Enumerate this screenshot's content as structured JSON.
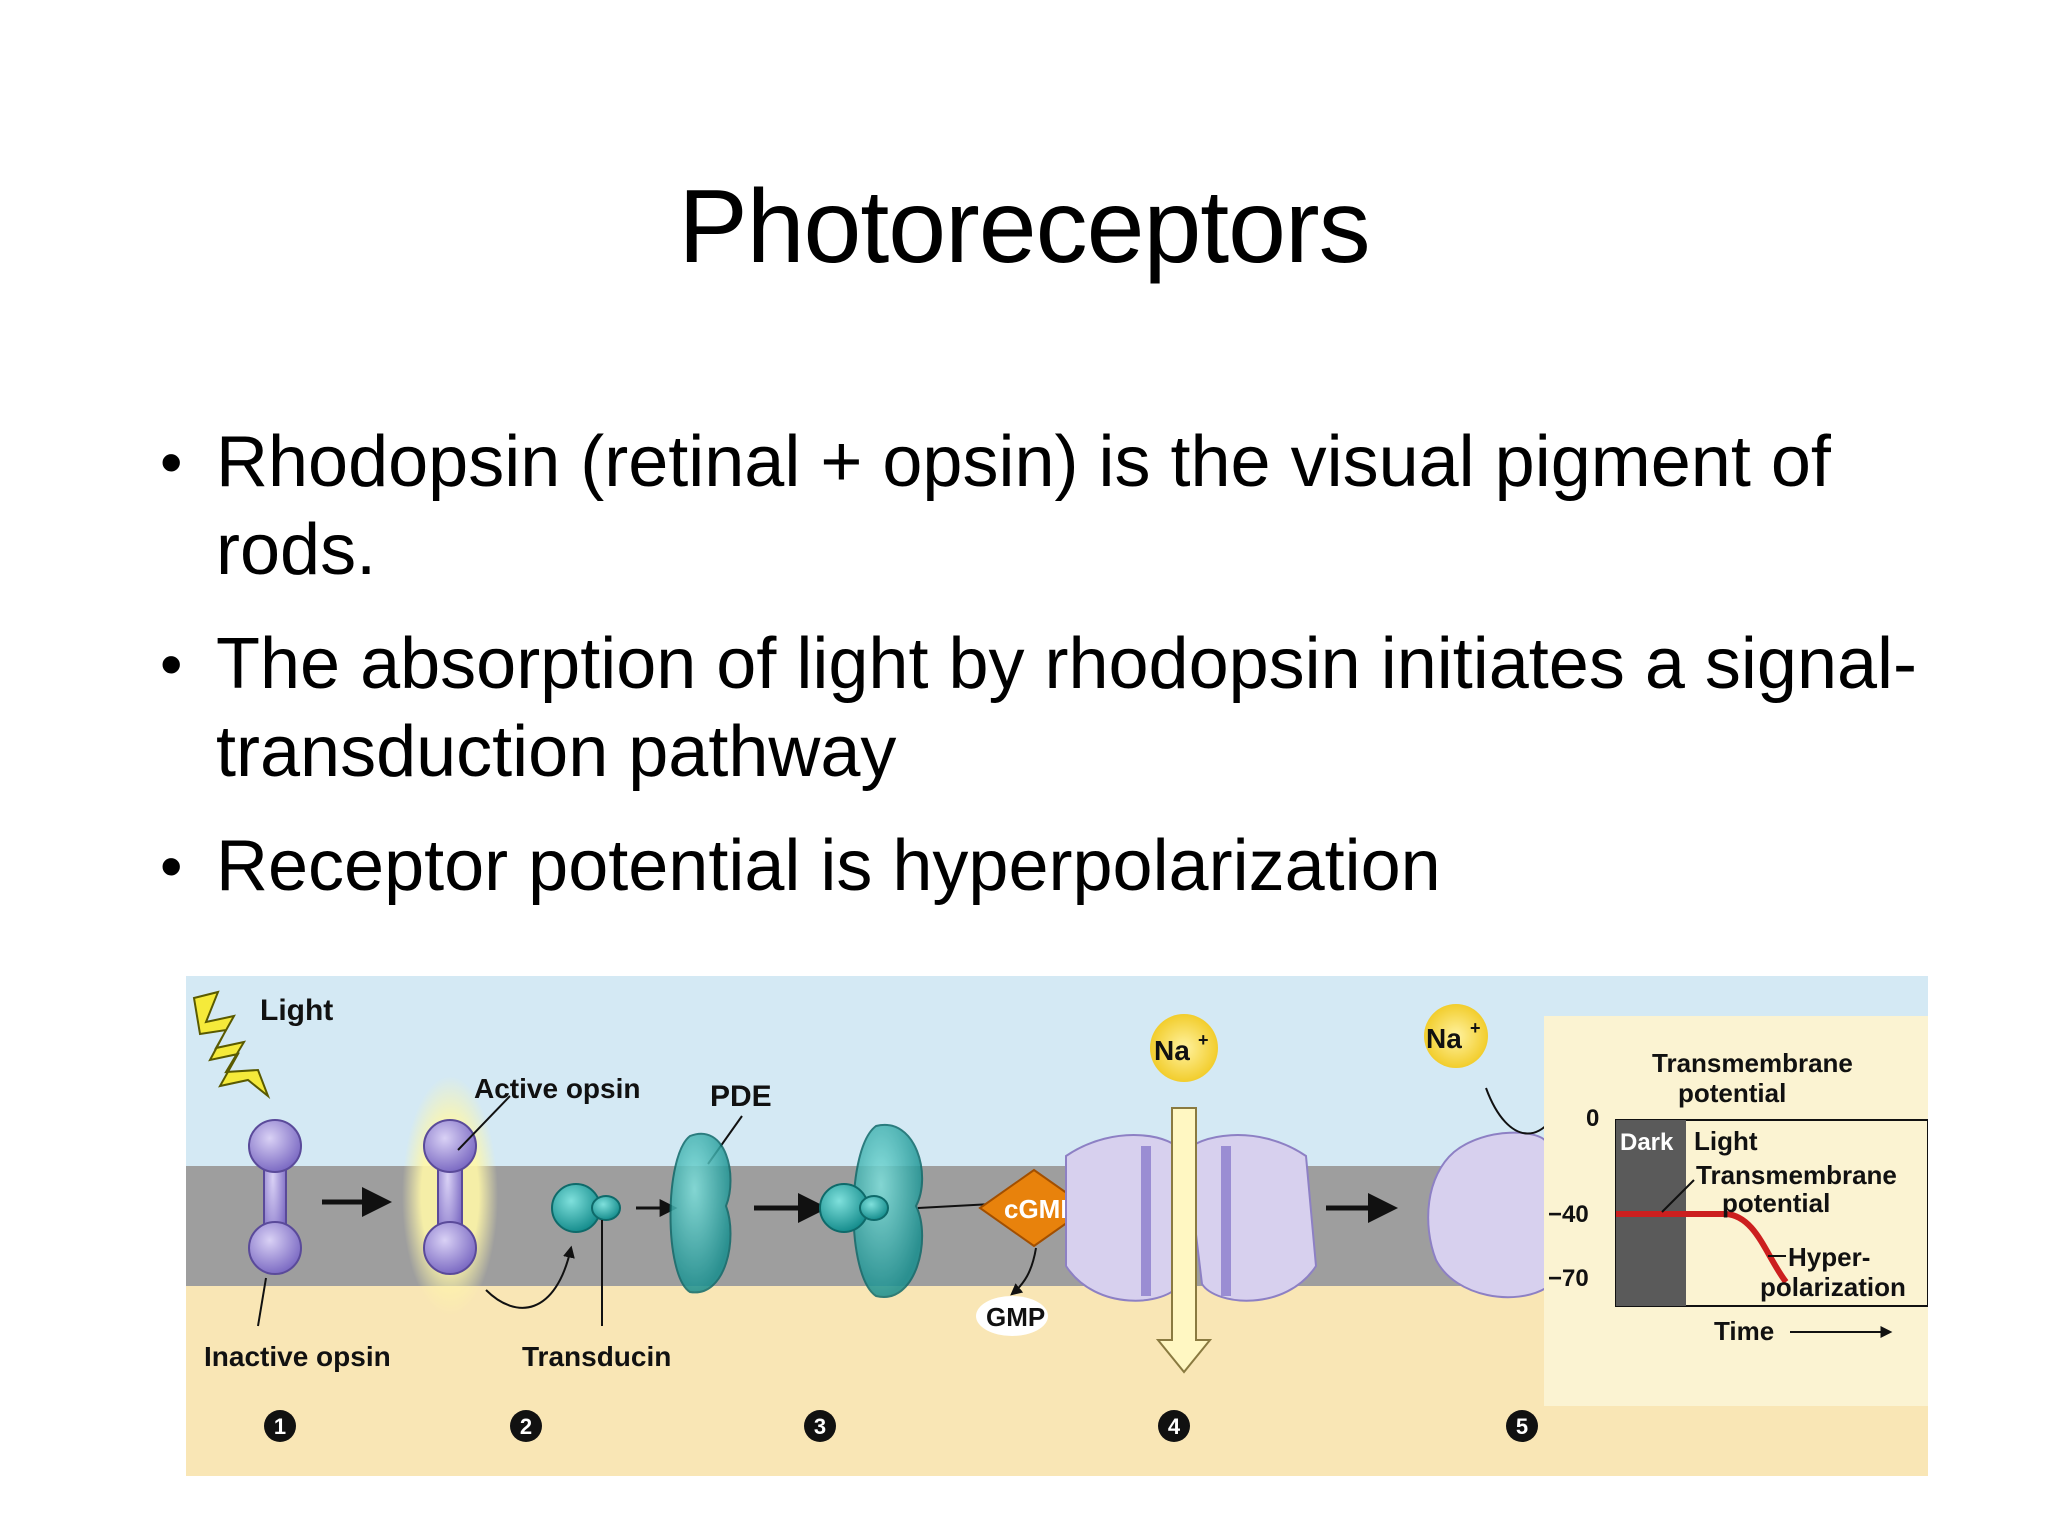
{
  "slide": {
    "title": "Photoreceptors",
    "bullets": [
      "Rhodopsin (retinal + opsin) is the visual pigment of rods.",
      "The absorption of light by rhodopsin initiates a signal-transduction pathway",
      "Receptor potential is hyperpolarization"
    ]
  },
  "figure": {
    "labels": {
      "light": "Light",
      "active_opsin": "Active opsin",
      "pde": "PDE",
      "inactive_opsin": "Inactive opsin",
      "transducin": "Transducin",
      "cgmp": "cGMP",
      "gmp": "GMP",
      "na1": "Na",
      "na2": "Na",
      "na_sup": "+"
    },
    "steps": [
      "1",
      "2",
      "3",
      "4",
      "5"
    ],
    "graph": {
      "title_line1": "Transmembrane",
      "title_line2": "potential",
      "y_ticks": [
        "0",
        "−40",
        "−70"
      ],
      "dark": "Dark",
      "light": "Light",
      "curve_label_line1": "Transmembrane",
      "curve_label_line2": "potential",
      "hyper_line1": "Hyper-",
      "hyper_line2": "polarization",
      "xlabel": "Time"
    },
    "colors": {
      "sky": "#d4e9f4",
      "membrane": "#9e9e9e",
      "cytoplasm": "#f9e6b5",
      "opsin": "#9e8ed6",
      "transducin": "#2aa8a8",
      "cgmp": "#e8820c",
      "na": "#f7d84a",
      "curve": "#cc1f1f"
    }
  }
}
